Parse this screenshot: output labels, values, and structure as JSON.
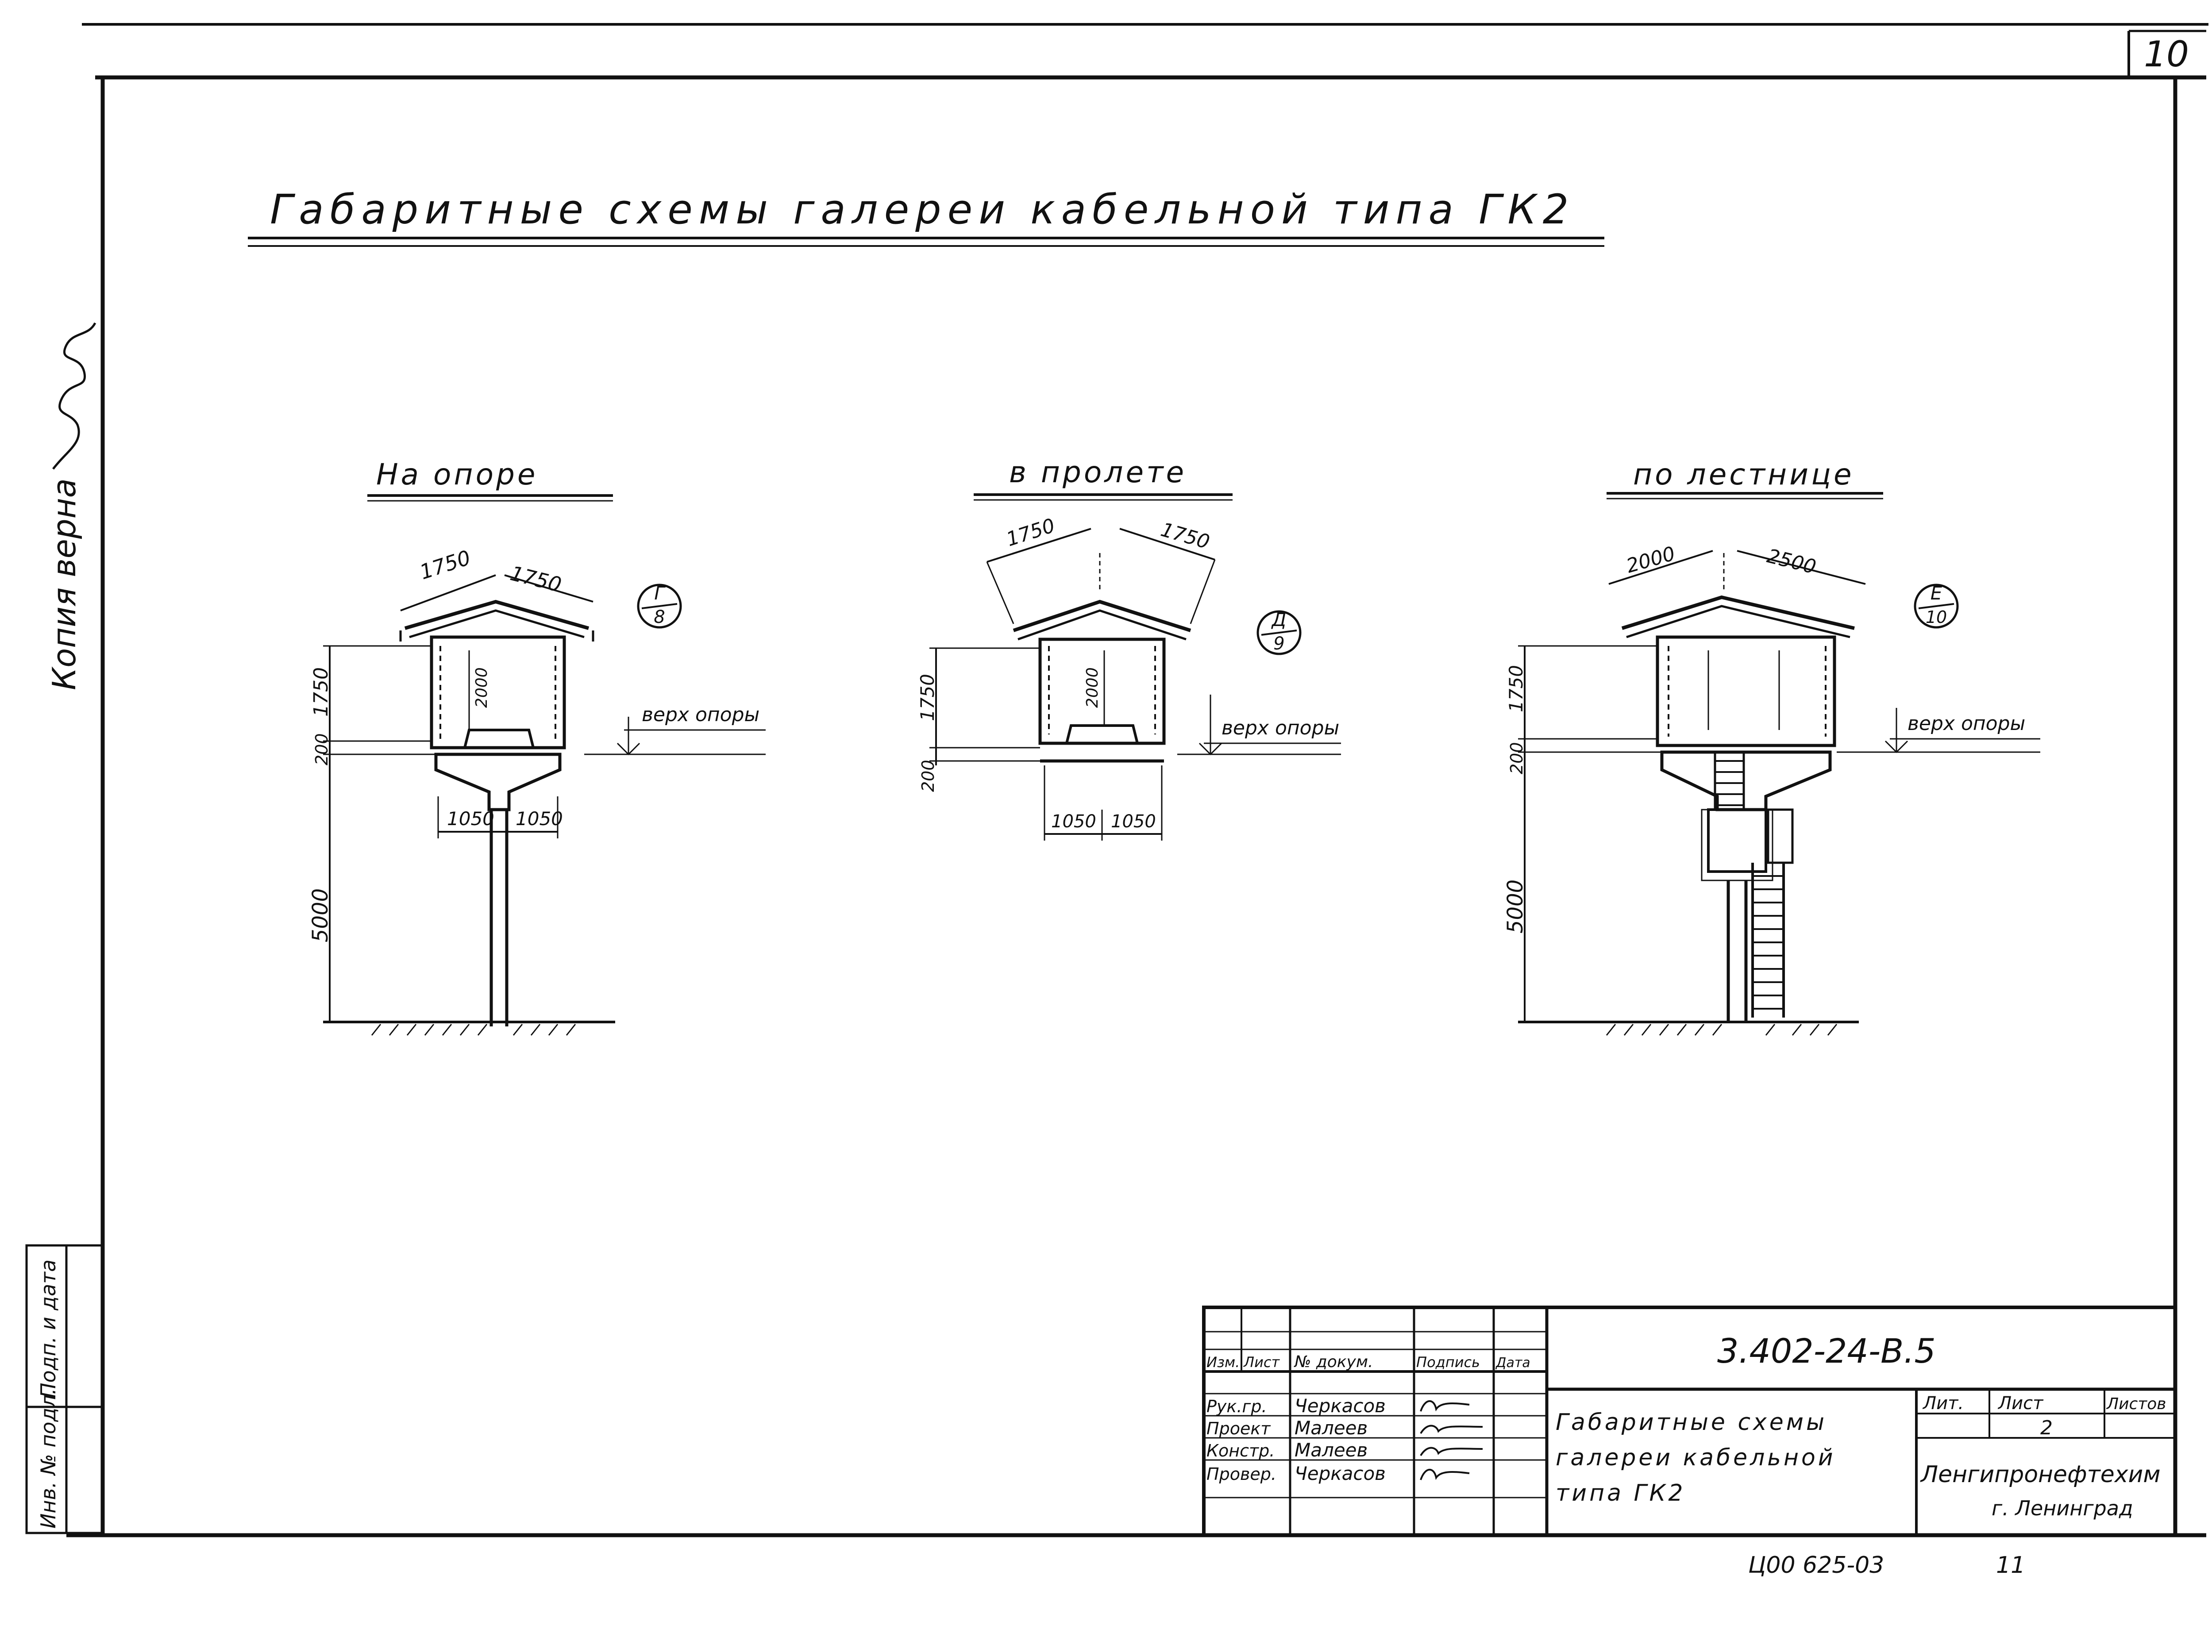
{
  "sheet_number": "10",
  "title": "Габаритные схемы галереи кабельной типа ГК2",
  "side_note": "Копия верна",
  "views": [
    {
      "label": "На опоре",
      "dims": {
        "slope_left": "1750",
        "slope_right": "1750",
        "height_upper": "1750",
        "height_lower": "200",
        "inner_height": "2000",
        "base_left": "1050",
        "base_right": "1050",
        "support_height": "5000"
      },
      "callout": {
        "letter": "Г",
        "sheet": "8"
      },
      "mark": "верх опоры"
    },
    {
      "label": "в пролете",
      "dims": {
        "slope_left": "1750",
        "slope_right": "1750",
        "height_upper": "1750",
        "height_lower": "200",
        "inner_height": "2000",
        "base_left": "1050",
        "base_right": "1050"
      },
      "callout": {
        "letter": "Д",
        "sheet": "9"
      },
      "mark": "верх опоры"
    },
    {
      "label": "по лестнице",
      "dims": {
        "slope_left": "2000",
        "slope_right": "2500",
        "height_upper": "1750",
        "height_lower": "200",
        "support_height": "5000"
      },
      "callout": {
        "letter": "Е",
        "sheet": "10"
      },
      "mark": "верх опоры"
    }
  ],
  "left_strip": {
    "sign_date": "Подп. и дата",
    "inv_no": "Инв. № подл."
  },
  "title_block": {
    "doc_code": "3.402-24-В.5",
    "columns": [
      "Изм.",
      "Лист",
      "№ докум.",
      "Подпись",
      "Дата"
    ],
    "rows": [
      {
        "role": "Рук.гр.",
        "name": "Черкасов"
      },
      {
        "role": "Проект",
        "name": "Малеев"
      },
      {
        "role": "Констр.",
        "name": "Малеев"
      },
      {
        "role": "Провер.",
        "name": "Черкасов"
      }
    ],
    "description": [
      "Габаритные схемы",
      "галереи кабельной",
      "типа ГК2"
    ],
    "lit_label": "Лит.",
    "sheet_label": "Лист",
    "sheets_label": "Листов",
    "sheet_value": "2",
    "org": "Ленгипронефтехим",
    "city": "г. Ленинград"
  },
  "bottom_code": "Ц00 625-03",
  "bottom_num": "11"
}
